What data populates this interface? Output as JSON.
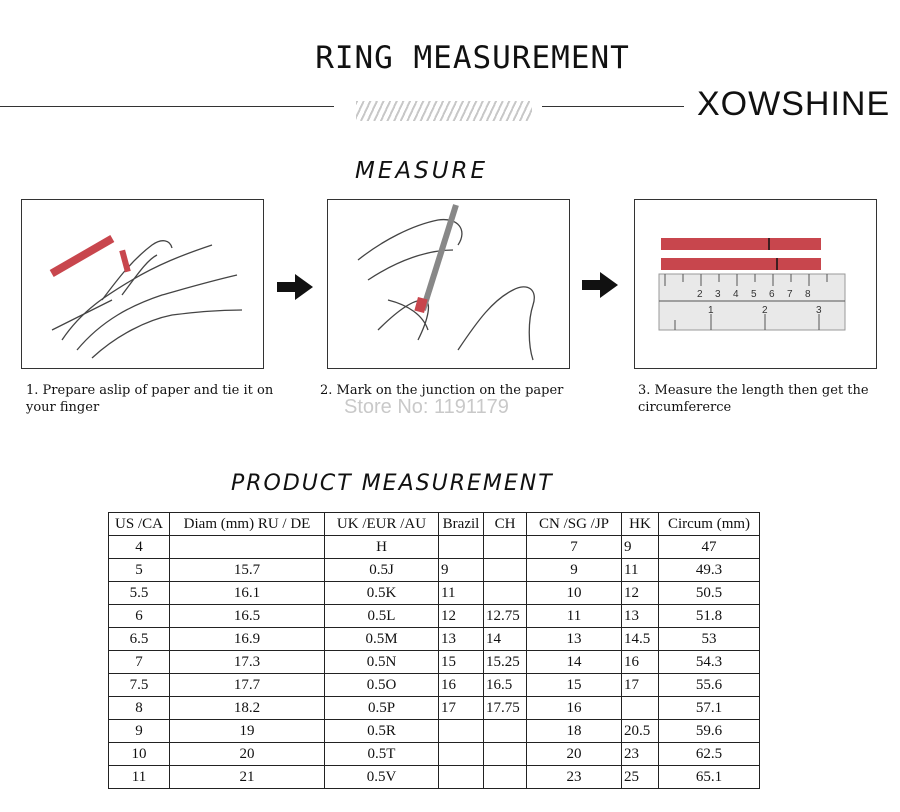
{
  "header": {
    "title": "RING MEASUREMENT",
    "brand": "XOWSHINE"
  },
  "measure_section": {
    "heading": "MEASURE",
    "steps": [
      {
        "text": "1. Prepare aslip of paper and tie it on your finger"
      },
      {
        "text": "2. Mark on the junction on the paper"
      },
      {
        "text": "3. Measure the length then get the circumfererce"
      }
    ],
    "ruler_labels": {
      "top": [
        "2",
        "3",
        "4",
        "5",
        "6",
        "7",
        "8"
      ],
      "bottom": [
        "1",
        "2",
        "3"
      ]
    },
    "accent_color": "#c8464d"
  },
  "watermark": "Store No: 1191179",
  "product_measurement": {
    "heading": "PRODUCT MEASUREMENT",
    "columns": [
      "US /CA",
      "Diam (mm) RU / DE",
      "UK /EUR /AU",
      "Brazil",
      "CH",
      "CN /SG /JP",
      "HK",
      "Circum (mm)"
    ],
    "rows": [
      [
        "4",
        "",
        "H",
        "",
        "",
        "7",
        "9",
        "47"
      ],
      [
        "5",
        "15.7",
        "0.5J",
        "9",
        "",
        "9",
        "11",
        "49.3"
      ],
      [
        "5.5",
        "16.1",
        "0.5K",
        "11",
        "",
        "10",
        "12",
        "50.5"
      ],
      [
        "6",
        "16.5",
        "0.5L",
        "12",
        "12.75",
        "11",
        "13",
        "51.8"
      ],
      [
        "6.5",
        "16.9",
        "0.5M",
        "13",
        "14",
        "13",
        "14.5",
        "53"
      ],
      [
        "7",
        "17.3",
        "0.5N",
        "15",
        "15.25",
        "14",
        "16",
        "54.3"
      ],
      [
        "7.5",
        "17.7",
        "0.5O",
        "16",
        "16.5",
        "15",
        "17",
        "55.6"
      ],
      [
        "8",
        "18.2",
        "0.5P",
        "17",
        "17.75",
        "16",
        "",
        "57.1"
      ],
      [
        "9",
        "19",
        "0.5R",
        "",
        "",
        "18",
        "20.5",
        "59.6"
      ],
      [
        "10",
        "20",
        "0.5T",
        "",
        "",
        "20",
        "23",
        "62.5"
      ],
      [
        "11",
        "21",
        "0.5V",
        "",
        "",
        "23",
        "25",
        "65.1"
      ]
    ]
  }
}
